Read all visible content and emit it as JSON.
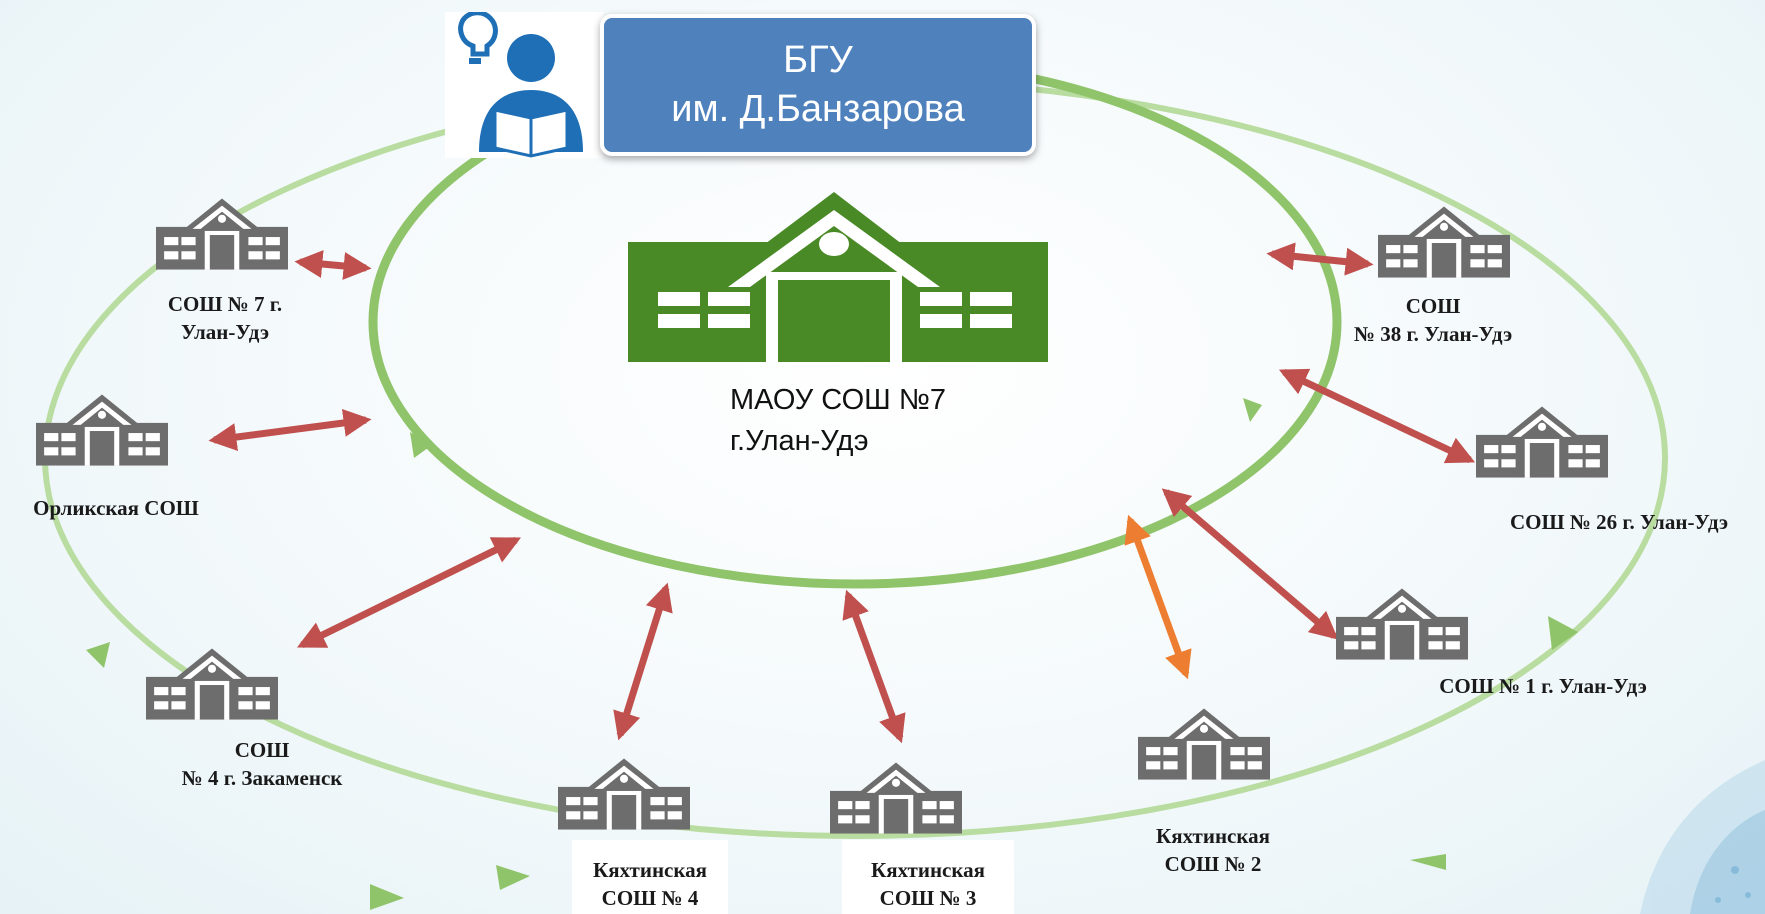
{
  "header": {
    "title_line1": "БГУ",
    "title_line2": "им. Д.Банзарова",
    "icon": "reader-lightbulb-icon"
  },
  "center": {
    "line1": "МАОУ СОШ №7",
    "line2": "г.Улан-Удэ",
    "icon": "school-building-icon",
    "color": "#4a8a26"
  },
  "nodes": [
    {
      "id": "sosh7",
      "line1": "СОШ № 7 г.",
      "line2": "Улан-Удэ"
    },
    {
      "id": "orlik",
      "line1": "Орликская СОШ",
      "line2": ""
    },
    {
      "id": "sosh4z",
      "line1": "СОШ",
      "line2": "№ 4 г. Закаменск"
    },
    {
      "id": "kyakh4",
      "line1": "Кяхтинская",
      "line2": "СОШ № 4"
    },
    {
      "id": "kyakh3",
      "line1": "Кяхтинская",
      "line2": "СОШ № 3"
    },
    {
      "id": "kyakh2",
      "line1": "Кяхтинская",
      "line2": "СОШ № 2"
    },
    {
      "id": "sosh1",
      "line1": "СОШ № 1 г. Улан-Удэ",
      "line2": ""
    },
    {
      "id": "sosh26",
      "line1": "СОШ № 26 г. Улан-Удэ",
      "line2": ""
    },
    {
      "id": "sosh38",
      "line1": "СОШ",
      "line2": "№ 38 г. Улан-Удэ"
    }
  ],
  "colors": {
    "inner_ring": "#8fc46a",
    "outer_ring": "#b9dca0",
    "arrow": "#c0504d",
    "arrow_highlight": "#ed7d31",
    "building": "#6d6d6d",
    "header_box": "#4f81bd"
  }
}
